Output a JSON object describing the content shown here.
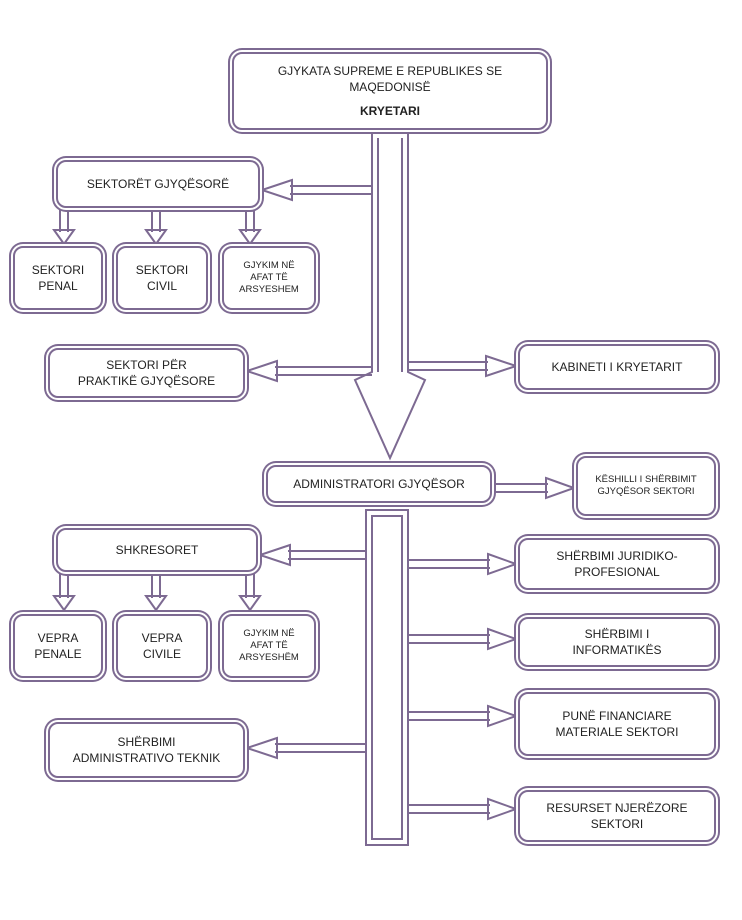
{
  "colors": {
    "stroke": "#7d6a92",
    "text": "#222222",
    "background": "#ffffff"
  },
  "top": {
    "title": "GJYKATA SUPREME E REPUBLIKES   SE\nMAQEDONISË",
    "subtitle": "KRYETARI"
  },
  "section1": {
    "group_title": "SEKTORËT GJYQËSORË",
    "children": [
      "SEKTORI\nPENAL",
      "SEKTORI\nCIVIL",
      "GJYKIM NË\nAFAT TË\nARSYESHEM"
    ],
    "practice": "SEKTORI PËR\nPRAKTIKË GJYQËSORE",
    "cabinet": "KABINETI I KRYETARIT"
  },
  "admin": {
    "title": "ADMINISTRATORI GJYQËSOR",
    "council": "KËSHILLI I SHËRBIMIT\nGJYQËSOR SEKTORI"
  },
  "section2": {
    "group_title": "SHKRESORET",
    "children": [
      "VEPRA\nPENALE",
      "VEPRA\nCIVILE",
      "GJYKIM NË\nAFAT TË\nARSYESHËM"
    ],
    "admin_tech": "SHËRBIMI\nADMINISTRATIVO TEKNIK",
    "right": [
      "SHËRBIMI JURIDIKO-\nPROFESIONAL",
      "SHËRBIMI I\nINFORMATIKËS",
      "PUNË FINANCIARE\nMATERIALE  SEKTORI",
      "RESURSET NJERËZORE\nSEKTORI"
    ]
  }
}
